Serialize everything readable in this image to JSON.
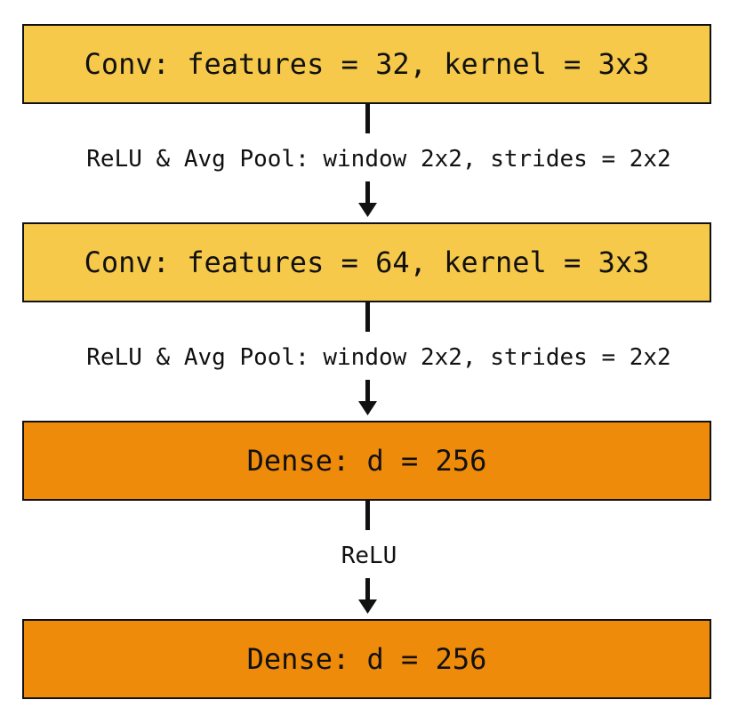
{
  "blocks": [
    {
      "label": "Conv: features = 32, kernel = 3x3",
      "kind": "conv"
    },
    {
      "label": "Conv: features = 64, kernel = 3x3",
      "kind": "conv"
    },
    {
      "label": "Dense: d = 256",
      "kind": "dense"
    },
    {
      "label": "Dense: d = 256",
      "kind": "dense"
    }
  ],
  "edges": [
    {
      "label": "ReLU & Avg Pool: window 2x2, strides = 2x2"
    },
    {
      "label": "ReLU & Avg Pool: window 2x2, strides = 2x2"
    },
    {
      "label": "ReLU"
    }
  ],
  "colors": {
    "conv_fill": "#f6c94a",
    "dense_fill": "#ef8b0a",
    "stroke": "#111111"
  }
}
